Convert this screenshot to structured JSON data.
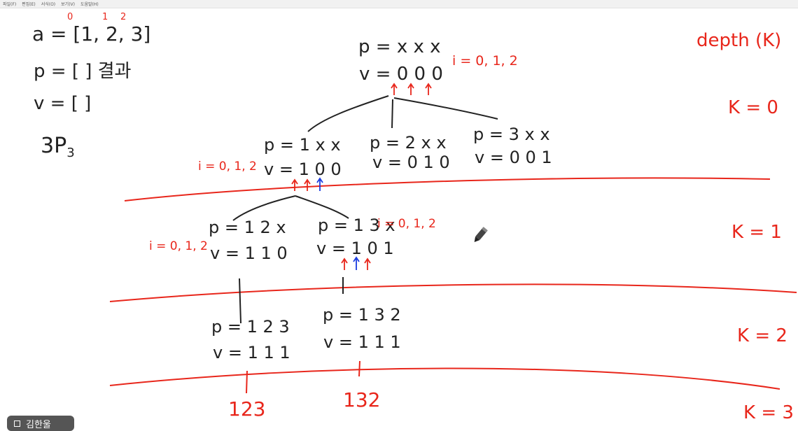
{
  "menu": [
    "파일(F)",
    "편집(E)",
    "서식(O)",
    "보기(V)",
    "도움말(H)"
  ],
  "notes": {
    "array_a": "a = [1, 2, 3]",
    "indices": [
      "0",
      "1",
      "2"
    ],
    "p_result": "p = [ ] 결과",
    "v_empty": "v = [ ]",
    "perm": "3P",
    "perm_sub": "3",
    "depth_title": "depth (K)"
  },
  "nodes": {
    "root": {
      "p": "p = x x x",
      "v": "v = 0 0 0"
    },
    "n1": {
      "p": "p = 1 x x",
      "v": "v = 1 0 0"
    },
    "n2": {
      "p": "p = 2 x x",
      "v": "v = 0 1 0"
    },
    "n3": {
      "p": "p = 3 x x",
      "v": "v = 0 0 1"
    },
    "n12": {
      "p": "p = 1 2 x",
      "v": "v = 1 1 0"
    },
    "n13": {
      "p": "p = 1 3 x",
      "v": "v = 1 0 1"
    },
    "n123": {
      "p": "p = 1 2 3",
      "v": "v = 1 1 1"
    },
    "n132": {
      "p": "p = 1 3 2",
      "v": "v = 1 1 1"
    }
  },
  "results": [
    "123",
    "132"
  ],
  "loop_annotations": {
    "root": "i = 0, 1, 2",
    "n1": "i = 0, 1, 2",
    "n12": "i = 0, 1, 2",
    "n13": "i = 0, 1, 2"
  },
  "depth_labels": [
    "K = 0",
    "K = 1",
    "K = 2",
    "K = 3"
  ],
  "presenter": "김한울",
  "colors": {
    "ink": "#222222",
    "red": "#e8261b",
    "blue": "#1a3be0"
  }
}
